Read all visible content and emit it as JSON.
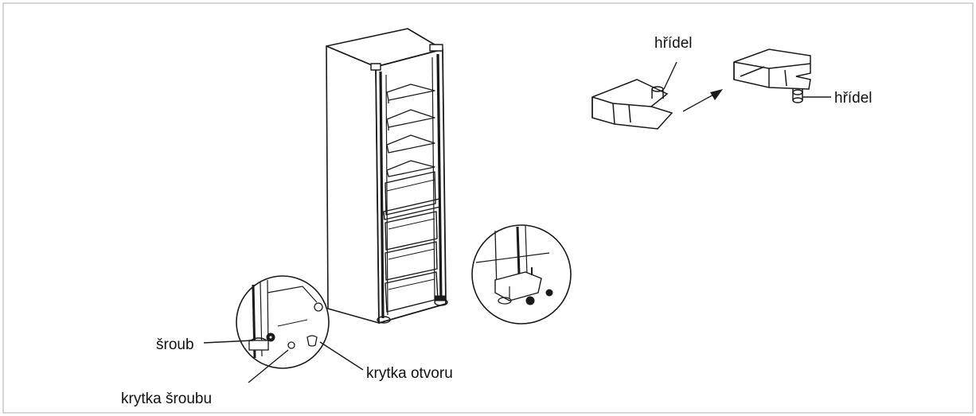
{
  "labels": {
    "shaft_top": "hřídel",
    "shaft_right": "hřídel",
    "screw": "šroub",
    "screw_cover": "krytka šroubu",
    "hole_cover": "krytka otvoru"
  },
  "colors": {
    "line": "#1a1a1a",
    "border": "#c8c8c8",
    "background": "#ffffff"
  }
}
